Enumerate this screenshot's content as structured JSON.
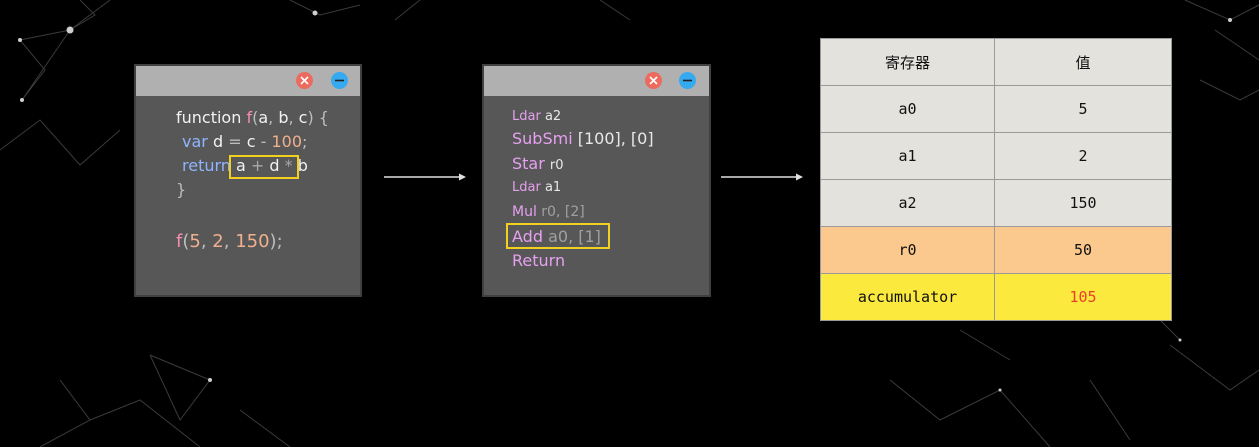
{
  "source": {
    "code_line1": {
      "kw": "function",
      "name": "f",
      "p1": "a",
      "p2": "b",
      "p3": "c",
      "brace": "{"
    },
    "code_line2": {
      "kw": "var",
      "name": "d",
      "eq": "=",
      "lhs": "c",
      "minus": "-",
      "num": "100",
      "semi": ";"
    },
    "code_line3": {
      "kw": "return",
      "a": "a",
      "plus": "+",
      "d": "d",
      "star": "*",
      "b": "b"
    },
    "code_line4": {
      "brace": "}"
    },
    "call": {
      "name": "f",
      "a1": "5",
      "a2": "2",
      "a3": "150",
      "end": ");"
    }
  },
  "bytecode": [
    {
      "op": "Ldar",
      "args": "a2"
    },
    {
      "op": "SubSmi",
      "args": "[100], [0]"
    },
    {
      "op": "Star",
      "args": "r0"
    },
    {
      "op": "Ldar",
      "args": "a1"
    },
    {
      "op": "Mul",
      "args": "r0, [2]"
    },
    {
      "op": "Add",
      "args": "a0, [1]"
    },
    {
      "op": "Return",
      "args": ""
    }
  ],
  "register_table": {
    "headers": [
      "寄存器",
      "值"
    ],
    "rows": [
      {
        "reg": "a0",
        "val": "5"
      },
      {
        "reg": "a1",
        "val": "2"
      },
      {
        "reg": "a2",
        "val": "150"
      },
      {
        "reg": "r0",
        "val": "50"
      },
      {
        "reg": "accumulator",
        "val": "105"
      }
    ]
  },
  "colors": {
    "highlight": "#f2d020",
    "r0_row": "#fbc98d",
    "accumulator_row": "#fbe93d",
    "accumulator_value": "#e8402a"
  }
}
